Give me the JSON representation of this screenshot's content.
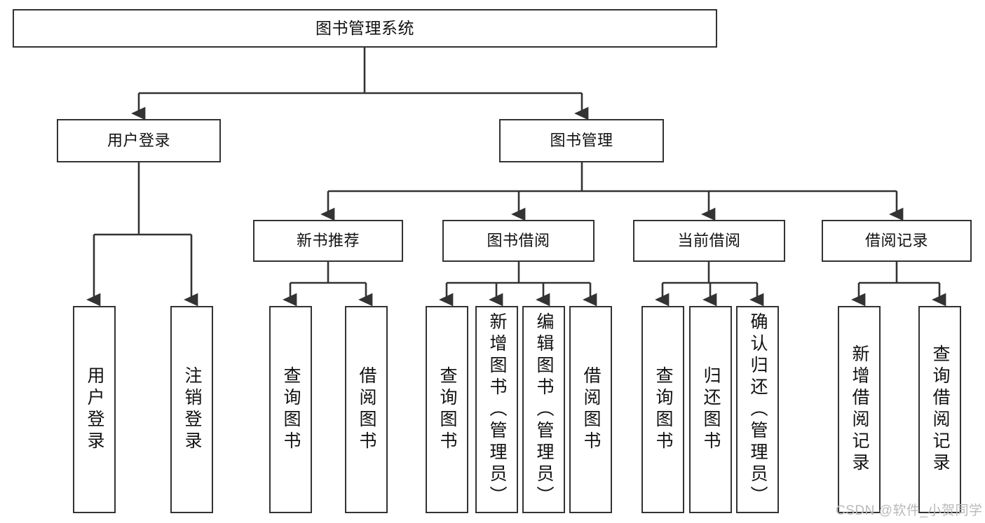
{
  "diagram": {
    "title": "图书管理系统",
    "type": "hierarchy-tree",
    "colors": {
      "box_border": "#333333",
      "box_fill": "#ffffff",
      "connector": "#333333",
      "text": "#111111",
      "watermark": "#b9b9b9"
    },
    "levels": {
      "level1": [
        {
          "id": "root",
          "label": "图书管理系统"
        }
      ],
      "level2": [
        {
          "id": "user-login",
          "label": "用户登录"
        },
        {
          "id": "book-management",
          "label": "图书管理"
        }
      ],
      "level3": [
        {
          "id": "new-book-recommend",
          "label": "新书推荐"
        },
        {
          "id": "book-borrow",
          "label": "图书借阅"
        },
        {
          "id": "current-borrow",
          "label": "当前借阅"
        },
        {
          "id": "borrow-record",
          "label": "借阅记录"
        }
      ],
      "leaves": {
        "user-login": [
          {
            "id": "leaf-user-login",
            "label": "用户登录"
          },
          {
            "id": "leaf-user-logout",
            "label": "注销登录"
          }
        ],
        "new-book-recommend": [
          {
            "id": "leaf-query-book-1",
            "label": "查询图书"
          },
          {
            "id": "leaf-borrow-book-1",
            "label": "借阅图书"
          }
        ],
        "book-borrow": [
          {
            "id": "leaf-query-book-2",
            "label": "查询图书"
          },
          {
            "id": "leaf-add-book",
            "label": "新增图书（管理员）"
          },
          {
            "id": "leaf-edit-book",
            "label": "编辑图书（管理员）"
          },
          {
            "id": "leaf-borrow-book-2",
            "label": "借阅图书"
          }
        ],
        "current-borrow": [
          {
            "id": "leaf-query-book-3",
            "label": "查询图书"
          },
          {
            "id": "leaf-return-book",
            "label": "归还图书"
          },
          {
            "id": "leaf-confirm-return",
            "label": "确认归还（管理员）"
          }
        ],
        "borrow-record": [
          {
            "id": "leaf-add-record",
            "label": "新增借阅记录"
          },
          {
            "id": "leaf-query-record",
            "label": "查询借阅记录"
          }
        ]
      }
    }
  },
  "watermark": {
    "text": "CSDN @软件_小贺同学"
  }
}
